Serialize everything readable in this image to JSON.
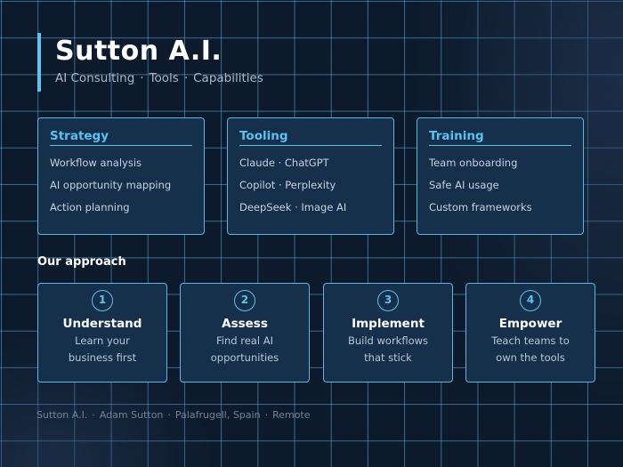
{
  "header": {
    "title": "Sutton A.I.",
    "subtitle_items": [
      "AI Consulting",
      "Tools",
      "Capabilities"
    ],
    "separator": "·"
  },
  "cards": [
    {
      "title": "Strategy",
      "items": [
        "Workflow analysis",
        "AI opportunity mapping",
        "Action planning"
      ]
    },
    {
      "title": "Tooling",
      "items": [
        "Claude · ChatGPT",
        "Copilot · Perplexity",
        "DeepSeek · Image AI"
      ]
    },
    {
      "title": "Training",
      "items": [
        "Team onboarding",
        "Safe AI usage",
        "Custom frameworks"
      ]
    }
  ],
  "approach": {
    "label": "Our approach",
    "steps": [
      {
        "number": "1",
        "title": "Understand",
        "desc_line1": "Learn your",
        "desc_line2": "business first"
      },
      {
        "number": "2",
        "title": "Assess",
        "desc_line1": "Find real AI",
        "desc_line2": "opportunities"
      },
      {
        "number": "3",
        "title": "Implement",
        "desc_line1": "Build workflows",
        "desc_line2": "that stick"
      },
      {
        "number": "4",
        "title": "Empower",
        "desc_line1": "Teach teams to",
        "desc_line2": "own the tools"
      }
    ]
  },
  "footer": {
    "items": [
      "Sutton A.I.",
      "Adam Sutton",
      "Palafrugell, Spain",
      "Remote"
    ],
    "separator": "·"
  },
  "colors": {
    "background": "#0d1a2c",
    "grid": "#56b2e4",
    "accent": "#5ec3ee",
    "card_bg": "#16304b"
  }
}
